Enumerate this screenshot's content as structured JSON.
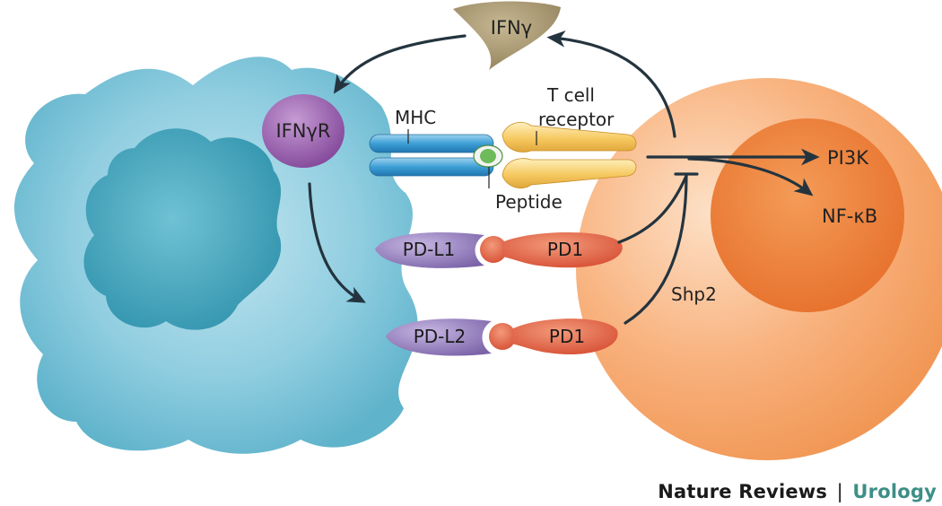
{
  "labels": {
    "ifng": "IFNγ",
    "ifngr": "IFNγR",
    "mhc": "MHC",
    "tcr_line1": "T cell",
    "tcr_line2": "receptor",
    "peptide": "Peptide",
    "pdl1": "PD-L1",
    "pdl2": "PD-L2",
    "pd1_top": "PD1",
    "pd1_bottom": "PD1",
    "pi3k": "PI3K",
    "nfkb": "NF-κB",
    "shp2": "Shp2"
  },
  "footer": {
    "brand": "Nature Reviews",
    "separator": "|",
    "journal": "Urology"
  },
  "colors": {
    "tumor_cell": "#7ec3d6",
    "tumor_nucleus": "#3f9fb8",
    "t_cell": "#f6a770",
    "t_cell_nucleus": "#ec7a34",
    "ifng": "#a39271",
    "ifngr": "#8e5ba3",
    "mhc": "#3b9bd1",
    "tcr": "#f2c45a",
    "peptide": "#6dbb5a",
    "pdl": "#8c78b4",
    "pd1": "#e0604a",
    "arrow": "#24343f",
    "journal": "#3d8f86"
  }
}
